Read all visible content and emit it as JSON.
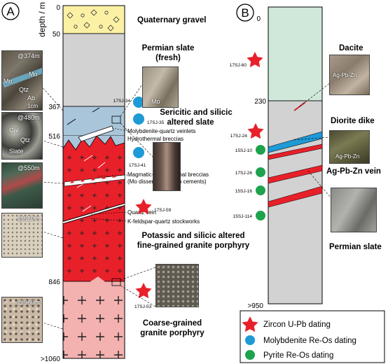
{
  "panel_a": {
    "label": "A",
    "depth_axis_title": "depth / m",
    "depths": {
      "top": "0",
      "d50": "50",
      "d367": "367",
      "d516": "516",
      "d846": "846",
      "bottom": ">1060"
    },
    "units": {
      "quaternary": "Quaternary gravel",
      "permian_line1": "Permian slate",
      "permian_line2": "(fresh)",
      "sericitic_line1": "Sericitic and silicic",
      "sericitic_line2": "altered slate",
      "potassic_line1": "Potassic  and silicic altered",
      "potassic_line2": "fine-grained granite porphyry",
      "coarse_line1": "Coarse-grained",
      "coarse_line2": "granite porphyry"
    },
    "annotations": {
      "mo_qtz_veinlets": "Molybdenite-quartz veinlets",
      "hydrothermal_breccias": "Hydrothermal breccias",
      "magmatic_breccias_line1": "Magmatic-hydrothermal breccias",
      "magmatic_breccias_line2": "(Mo disseminations in cements)",
      "quartz_vein": "Quartz vein",
      "kfeldspar": "K-feldspar-quartz stockworks"
    },
    "samples": {
      "s34": "17SJ-34",
      "s35": "17SJ-35",
      "s41": "17SJ-41",
      "s59": "17SJ-59",
      "s53": "17SJ-53"
    },
    "photos": {
      "p374": "@374m",
      "p480": "@480m",
      "p550": "@550m",
      "p610": "@610m",
      "p960": "@960m",
      "mo": "Mo",
      "qtz": "Qtz",
      "ab": "Ab",
      "scale": "1cm",
      "cal": "Cal",
      "slate": "Slate",
      "mo_inset": "Mo"
    }
  },
  "panel_b": {
    "label": "B",
    "depths": {
      "top": "0",
      "d230": "230",
      "bottom": ">950"
    },
    "units": {
      "dacite": "Dacite",
      "diorite": "Diorite dike",
      "agpbzn": "Ag-Pb-Zn vein",
      "permian": "Permian slate"
    },
    "samples": {
      "s60": "17SJ-60",
      "s24": "17SJ-24",
      "s10": "15SJ-10",
      "s26": "17SJ-26",
      "s16": "15SJ-16",
      "s114": "15SJ-114"
    },
    "photo_labels": {
      "dacite_photo": "Ag-Pb-Zn",
      "dike_photo": "Ag-Pb-Zn"
    }
  },
  "legend": {
    "zircon": "Zircon U-Pb dating",
    "molybdenite": "Molybdenite Re-Os dating",
    "pyrite": "Pyrite Re-Os dating"
  },
  "colors": {
    "quaternary": "#fbf0a4",
    "slate_fresh": "#d2d2d2",
    "sericitic": "#a9c5da",
    "potassic": "#e8202a",
    "coarse": "#f3b1b0",
    "dacite": "#cfe8da",
    "zircon_star": "#e8202a",
    "molybdenite_dot": "#1e9ad6",
    "pyrite_dot": "#1ea24e"
  }
}
